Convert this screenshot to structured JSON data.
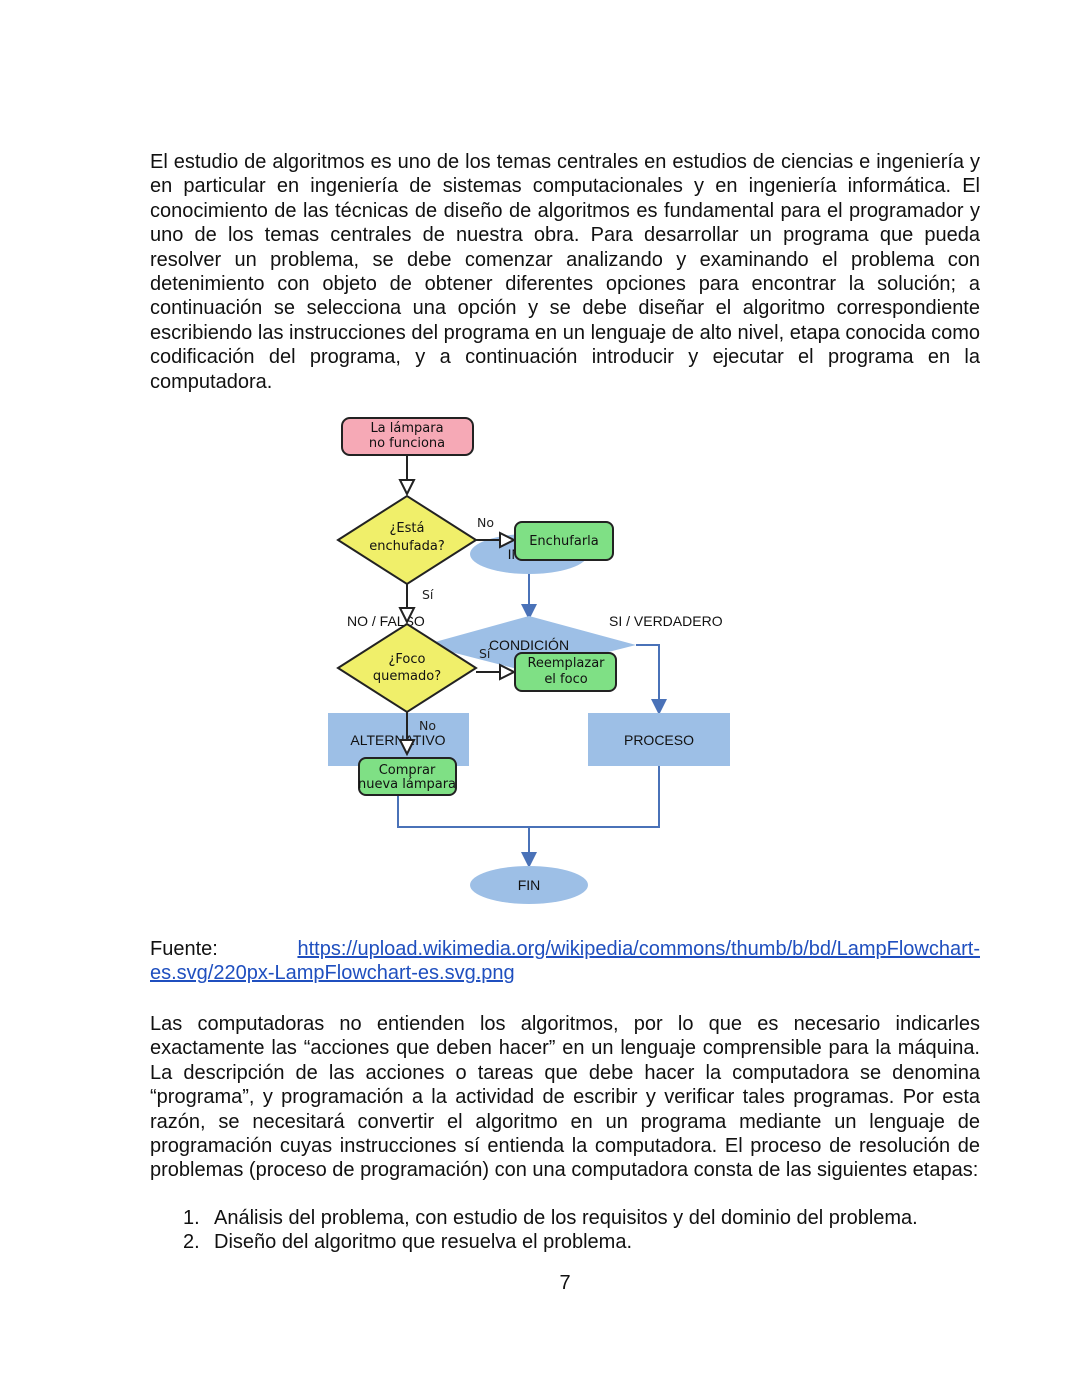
{
  "paragraph_1": "El estudio de algoritmos es uno de los temas centrales en estudios de ciencias e ingeniería y en particular en ingeniería de sistemas computacionales y en ingeniería informática. El conocimiento de las técnicas de diseño de algoritmos es fundamental para el programador y uno de los temas centrales de nuestra obra. Para desarrollar un programa que pueda resolver un problema, se debe comenzar analizando y examinando el problema con detenimiento con objeto de obtener diferentes opciones para encontrar la solución; a continuación se selecciona una opción y se debe diseñar el algoritmo correspondiente escribiendo las instrucciones del programa en un lenguaje de alto nivel, etapa conocida como codificación del programa, y a continuación introducir y ejecutar el programa en la computadora.",
  "figure": {
    "lamp": {
      "start_line1": "La lámpara",
      "start_line2": "no funciona",
      "decision1_line1": "¿Está",
      "decision1_line2": "enchufada?",
      "no_label_1": "No",
      "action1": "Enchufarla",
      "si_label_1": "Sí",
      "decision2_line1": "¿Foco",
      "decision2_line2": "quemado?",
      "si_label_2": "Sí",
      "action2_line1": "Reemplazar",
      "action2_line2": "el foco",
      "no_label_2": "No",
      "action3_line1": "Comprar",
      "action3_line2": "nueva lámpara"
    },
    "generic": {
      "start": "INICIO",
      "condition": "CONDICIÓN",
      "false_label": "NO / FALSO",
      "true_label": "SI / VERDADERO",
      "alternative": "ALTERNATIVO",
      "process": "PROCESO",
      "end": "FIN"
    },
    "colors": {
      "pink": "#f6a9b6",
      "yellow": "#f0ef6a",
      "green": "#7fe085",
      "blue_shape": "#9dbfe6",
      "blue_line": "#4a72b8"
    }
  },
  "source": {
    "label": "Fuente:",
    "url_line1": "https://upload.wikimedia.org/wikipedia/commons/thumb/b/bd/LampFlowchart-",
    "url_line2": "es.svg/220px-LampFlowchart-es.svg.png"
  },
  "paragraph_2": "Las computadoras no entienden los algoritmos, por lo que es necesario indicarles exactamente las “acciones que deben hacer” en un lenguaje comprensible para la máquina. La descripción de las acciones o tareas que debe hacer la computadora se denomina “programa”, y programación a la actividad de escribir y verificar tales programas. Por esta razón, se necesitará convertir el algoritmo en un programa mediante un lenguaje de programación cuyas instrucciones sí entienda la computadora. El proceso de resolución de problemas (proceso de programación) con una computadora consta de las siguientes etapas:",
  "list": [
    {
      "num": "1.",
      "text": "Análisis del problema, con estudio de los requisitos y del dominio del problema."
    },
    {
      "num": "2.",
      "text": "Diseño del algoritmo que resuelva el problema."
    }
  ],
  "page_number": "7"
}
